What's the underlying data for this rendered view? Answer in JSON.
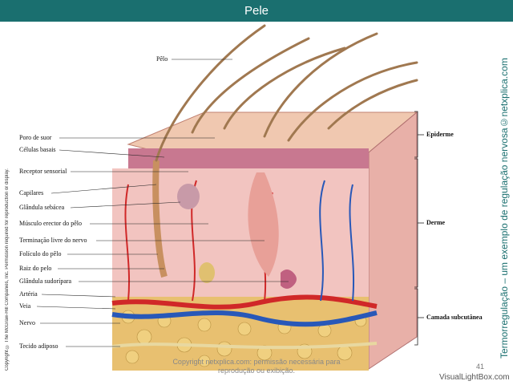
{
  "title": "Pele",
  "labels": {
    "pelo": "Pêlo",
    "poro": "Poro de suor",
    "celulas": "Células basais",
    "receptor": "Receptor sensorial",
    "capilares": "Capilares",
    "glandula_sebacea": "Glândula sebácea",
    "musculo": "Músculo erector do pêlo",
    "terminacao": "Terminação livre do nervo",
    "foliculo": "Folículo do pêlo",
    "raiz": "Raiz do pelo",
    "glandula_sudoripara": "Glândula sudorípara",
    "arteria": "Artéria",
    "veia": "Veia",
    "nervo": "Nervo",
    "tecido": "Tecido adiposo"
  },
  "layers": {
    "epiderme": "Epiderme",
    "derme": "Derme",
    "subcutanea": "Camada subcutânea"
  },
  "side_left": "Copyright © The McGraw-Hill Companies, Inc. Permission required for reproduction or display.",
  "side_right": "Termorregulação – um exemplo de regulação nervosa©netxplica.com",
  "copyright": "Copyright netxplica.com: permissão necessária para reprodução ou exibição.",
  "page_number": "41",
  "watermark": "VisualLightBox.com",
  "colors": {
    "header": "#1a6f6f",
    "epidermis": "#e8b8a8",
    "dermis": "#f2c4c0",
    "fat": "#e8c070",
    "artery": "#d02828",
    "vein": "#2858b8"
  }
}
